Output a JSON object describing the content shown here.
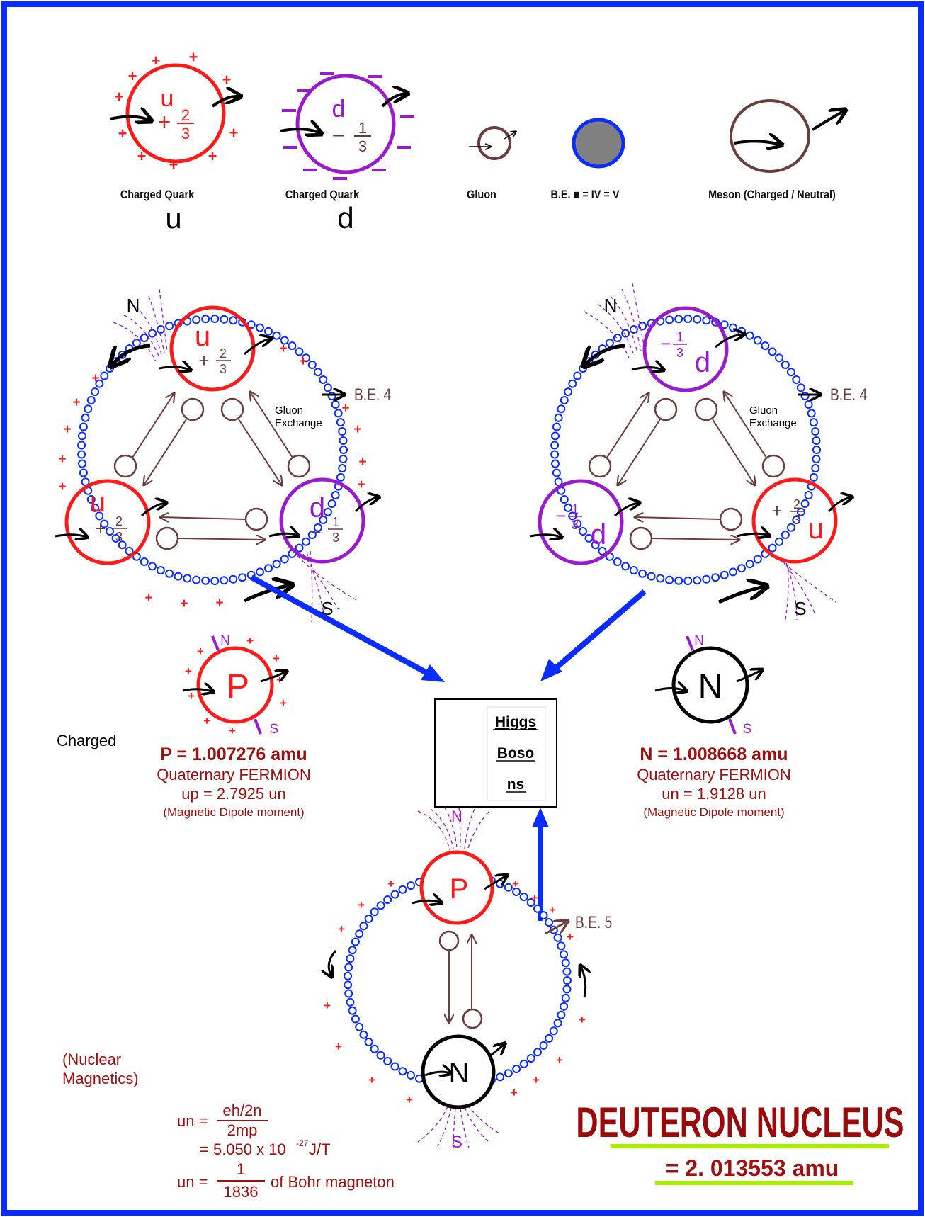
{
  "legend": {
    "u_quark": {
      "letter": "u",
      "sign": "+",
      "num": "2",
      "den": "3",
      "caption": "Charged Quark",
      "symbol": "u"
    },
    "d_quark": {
      "letter": "d",
      "sign": "−",
      "num": "1",
      "den": "3",
      "caption": "Charged Quark",
      "symbol": "d"
    },
    "gluon": {
      "caption": "Gluon"
    },
    "be": {
      "caption": "B.E. ■ = IV = V"
    },
    "meson": {
      "caption": "Meson (Charged / Neutral)"
    }
  },
  "proton_triad": {
    "north": "N",
    "south": "S",
    "top": {
      "letter": "u",
      "sign": "+",
      "num": "2",
      "den": "3"
    },
    "left": {
      "letter": "u",
      "sign": "+",
      "num": "2",
      "den": "3"
    },
    "right": {
      "letter": "d",
      "sign": "−",
      "num": "1",
      "den": "3"
    },
    "be_label": "B.E. 4",
    "gluon_label_1": "Gluon",
    "gluon_label_2": "Exchange"
  },
  "neutron_triad": {
    "north": "N",
    "south": "S",
    "top": {
      "letter": "d",
      "sign": "−",
      "num": "1",
      "den": "3"
    },
    "left": {
      "letter": "d",
      "sign": "−",
      "num": "1",
      "den": "3"
    },
    "right": {
      "letter": "u",
      "sign": "+",
      "num": "2",
      "den": "3"
    },
    "be_label": "B.E. 4",
    "gluon_label_1": "Gluon",
    "gluon_label_2": "Exchange"
  },
  "proton": {
    "letter": "P",
    "n": "N",
    "s": "S",
    "charged": "Charged",
    "mass": "P = 1.007276 amu",
    "type": "Quaternary FERMION",
    "moment": "up = 2.7925 un",
    "moment_note": "(Magnetic Dipole moment)"
  },
  "neutron": {
    "letter": "N",
    "n": "N",
    "s": "S",
    "mass": "N = 1.008668 amu",
    "type": "Quaternary FERMION",
    "moment": "un = 1.9128 un",
    "moment_note": "(Magnetic Dipole moment)"
  },
  "higgs": {
    "line1": "Higgs",
    "line2": "Boso",
    "line3": "ns"
  },
  "deuteron": {
    "p_letter": "P",
    "n_letter": "N",
    "north": "N",
    "south": "S",
    "be_label": "B.E. 5",
    "title": "DEUTERON NUCLEUS",
    "mass": "= 2. 013553 amu"
  },
  "nuclear_magnetics": {
    "line1": "(Nuclear",
    "line2": "Magnetics)",
    "f1_lhs": "un =",
    "f1_num": "eh/2n",
    "f1_den": "2mp",
    "f2_a": "= 5.050 x 10",
    "f2_exp": "-27",
    "f2_b": " J/T",
    "f3_lhs": "un =",
    "f3_num": "1",
    "f3_den": "1836",
    "f3_rhs": "of Bohr magneton"
  },
  "colors": {
    "red": "#ff1a1a",
    "purple": "#9a1ad0",
    "blue": "#0a2cff",
    "brown": "#6b3d3d",
    "dark_red": "#a01010",
    "green": "#a8f000",
    "gray": "#808080"
  }
}
